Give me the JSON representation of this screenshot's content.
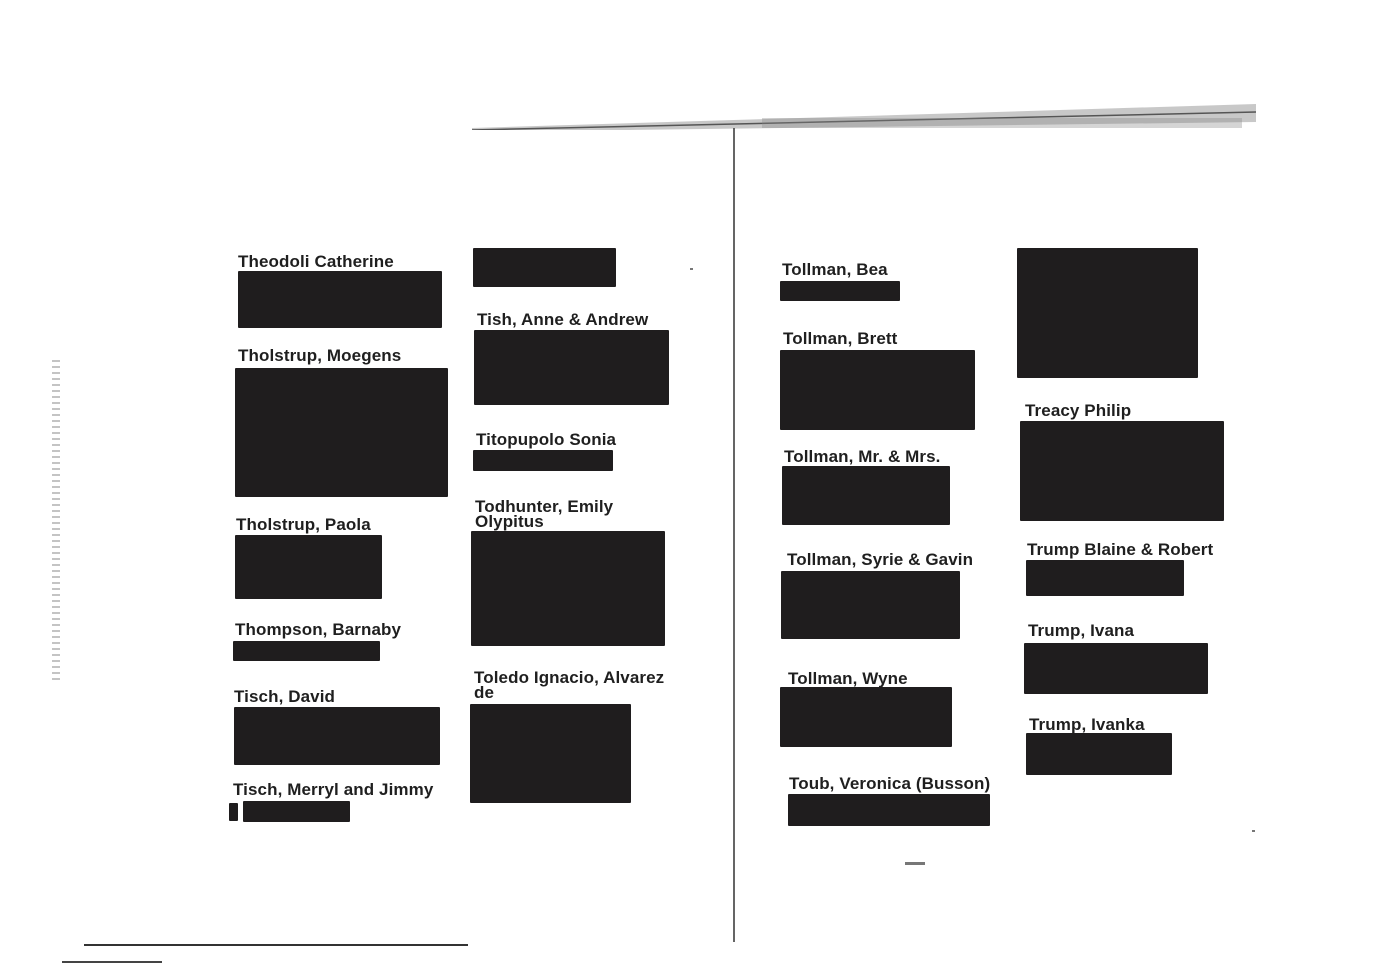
{
  "document": {
    "left_page": {
      "column_1": [
        {
          "name": "Theodoli Catherine"
        },
        {
          "name": "Tholstrup, Moegens"
        },
        {
          "name": "Tholstrup, Paola"
        },
        {
          "name": "Thompson, Barnaby"
        },
        {
          "name": "Tisch, David"
        },
        {
          "name": "Tisch, Merryl and Jimmy"
        }
      ],
      "column_2": [
        {
          "name": ""
        },
        {
          "name": "Tish, Anne & Andrew"
        },
        {
          "name": "Titopupolo Sonia"
        },
        {
          "name": "Todhunter, Emily\nOlypitus"
        },
        {
          "name": "Toledo Ignacio, Alvarez\nde"
        }
      ]
    },
    "right_page": {
      "column_1": [
        {
          "name": "Tollman, Bea"
        },
        {
          "name": "Tollman, Brett"
        },
        {
          "name": "Tollman, Mr. & Mrs."
        },
        {
          "name": "Tollman, Syrie & Gavin"
        },
        {
          "name": "Tollman, Wyne"
        },
        {
          "name": "Toub, Veronica (Busson)"
        }
      ],
      "column_2": [
        {
          "name": ""
        },
        {
          "name": "Treacy Philip"
        },
        {
          "name": "Trump Blaine & Robert"
        },
        {
          "name": "Trump, Ivana"
        },
        {
          "name": "Trump, Ivanka"
        }
      ]
    },
    "redaction_color": "#1f1d1e"
  }
}
